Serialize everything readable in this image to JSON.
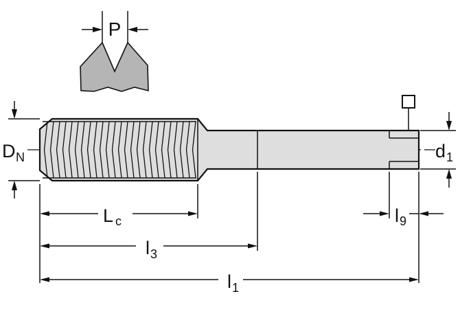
{
  "diagram": {
    "colors": {
      "line": "#111111",
      "profile_fill": "#b5b5b5",
      "body_fill": "#dedede",
      "square_symbol_fill": "#ffffff",
      "background": "#ffffff"
    },
    "labels": {
      "pitch": {
        "main": "P"
      },
      "diameter_dn": {
        "main": "D",
        "sub": "N"
      },
      "diameter_d1": {
        "main": "d",
        "sub": "1"
      },
      "length_lc": {
        "main": "L",
        "sub": "c"
      },
      "length_l3": {
        "main": "l",
        "sub": "3"
      },
      "length_l1": {
        "main": "l",
        "sub": "1"
      },
      "length_l9": {
        "main": "l",
        "sub": "9"
      }
    }
  }
}
